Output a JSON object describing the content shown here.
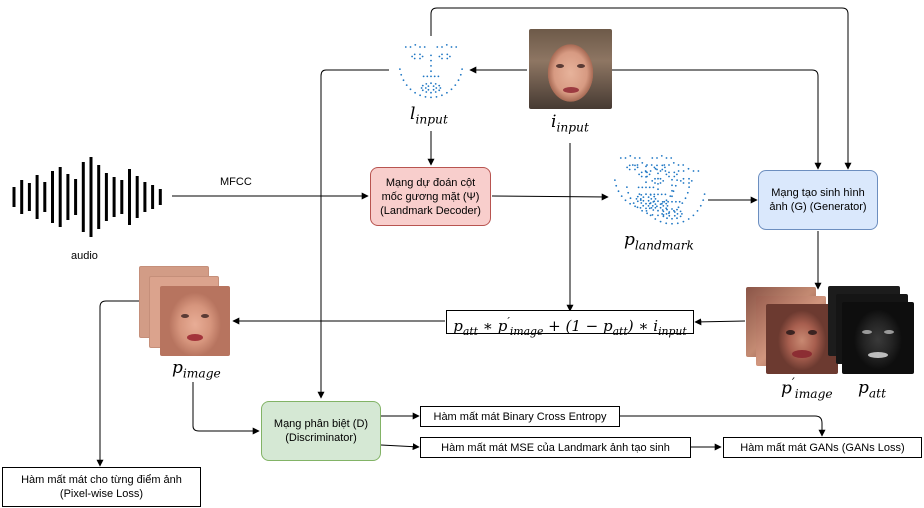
{
  "nodes": {
    "landmark_decoder": "Mạng dự đoán cột mốc gương mặt (Ψ) (Landmark Decoder)",
    "generator": "Mạng tạo sinh hình ảnh (G) (Generator)",
    "discriminator": "Mạng phân biệt (D) (Discriminator)",
    "bce_loss": "Hàm mất mát Binary Cross Entropy",
    "mse_landmark_loss": "Hàm mất mát MSE của Landmark ảnh tạo sinh",
    "gan_loss": "Hàm mất mát GANs (GANs Loss)",
    "pixel_loss": "Hàm mất mát cho từng điểm ảnh (Pixel-wise Loss)"
  },
  "labels": {
    "mfcc": "MFCC",
    "audio": "audio",
    "l_input_base": "l",
    "l_input_sub": "input",
    "i_input_base": "i",
    "i_input_sub": "input",
    "p_landmark_base": "p",
    "p_landmark_sub": "landmark",
    "p_image_base": "p",
    "p_image_sub": "image",
    "p_image_prime_base": "p",
    "p_image_prime_sup": "′",
    "p_image_prime_sub": "image",
    "p_att_base": "p",
    "p_att_sub": "att"
  },
  "formula": {
    "p1": "p",
    "sub1": "att",
    "op1": " ∗ p",
    "sup1": "′",
    "sub2": "image",
    "op2": " + (1 − p",
    "sub3": "att",
    "op3": ") ∗ i",
    "sub4": "input"
  },
  "colors": {
    "landmark_decoder_fill": "#f8cecc",
    "landmark_decoder_border": "#b85450",
    "generator_fill": "#dae8fc",
    "generator_border": "#6c8ebf",
    "discriminator_fill": "#d5e8d4",
    "discriminator_border": "#82b366",
    "landmark_dots": "#1f77c4"
  }
}
